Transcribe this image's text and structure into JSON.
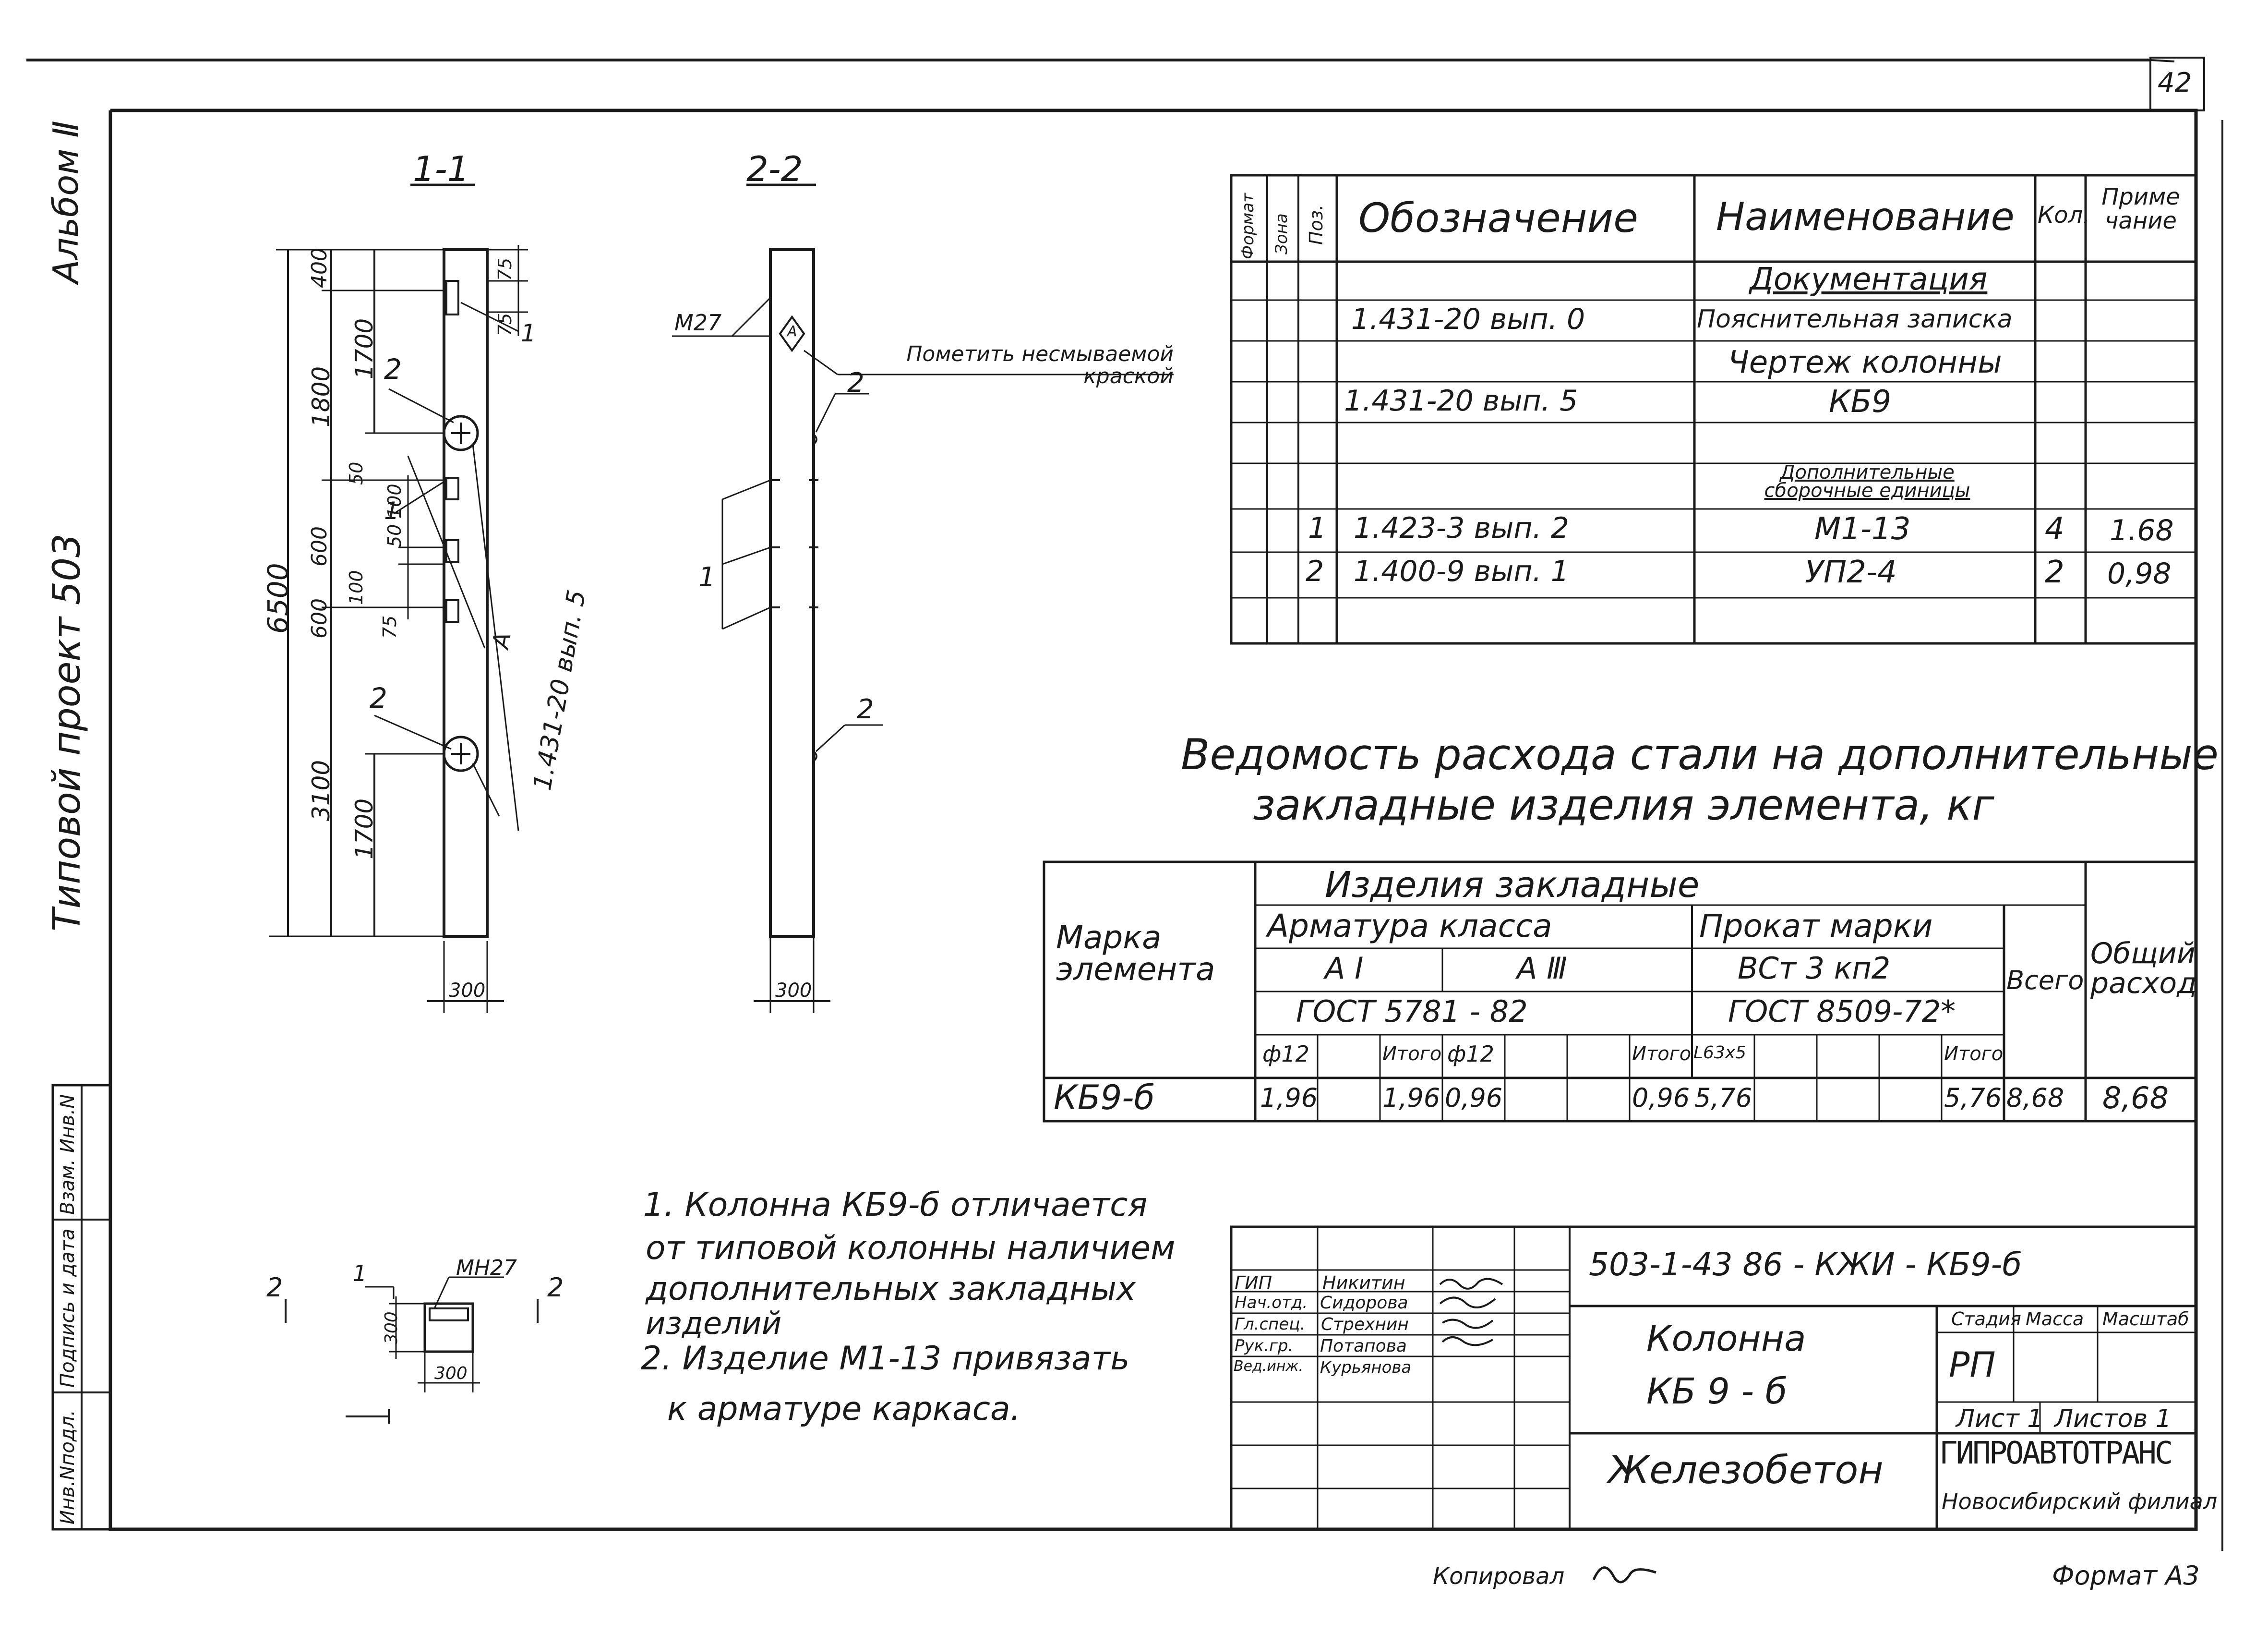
{
  "sheet": {
    "page_number": "42",
    "album": "Альбом Ⅱ",
    "project": "Типовой проект 503",
    "copied_by_label": "Копировал",
    "format_label": "Формат А3"
  },
  "side_stamp": {
    "cells": [
      "Инв.Nподл.",
      "Подпись и дата",
      "Взам. Инв.N"
    ]
  },
  "sections": {
    "s11": {
      "title": "1-1",
      "dims_left": [
        "6500",
        "400",
        "1800",
        "1700",
        "600",
        "600",
        "3100",
        "1700"
      ],
      "dims_mid": [
        "50",
        "50",
        "100",
        "100",
        "75"
      ],
      "dims_top": [
        "75",
        "75"
      ],
      "pos_refs": [
        "2",
        "1",
        "2",
        "1"
      ],
      "section_ref": "1.431-20 вып. 5",
      "mark_a": "А",
      "width": "300"
    },
    "s22": {
      "title": "2-2",
      "m27": "М27",
      "note_mark": "Пометить несмываемой краской",
      "refs": [
        "2",
        "1",
        "2"
      ],
      "mark_a": "А",
      "width": "300"
    },
    "plan": {
      "cut_left": "2",
      "cut_right": "2",
      "ref": "1",
      "mn": "МН27",
      "dim_h": "300",
      "dim_w": "300"
    }
  },
  "spec_table": {
    "headers": [
      "Формат",
      "Зона",
      "Поз.",
      "Обозначение",
      "Наименование",
      "Кол.",
      "Приме чание"
    ],
    "rows": [
      {
        "pos": "",
        "designation": "",
        "name": "Документация",
        "qty": "",
        "note": ""
      },
      {
        "pos": "",
        "designation": "1.431-20 вып. 0",
        "name": "Пояснительная записка",
        "qty": "",
        "note": ""
      },
      {
        "pos": "",
        "designation": "",
        "name": "Чертеж колонны",
        "qty": "",
        "note": ""
      },
      {
        "pos": "",
        "designation": "1.431-20 вып. 5",
        "name": "КБ9",
        "qty": "",
        "note": ""
      },
      {
        "pos": "",
        "designation": "",
        "name": "",
        "qty": "",
        "note": ""
      },
      {
        "pos": "",
        "designation": "",
        "name": "Дополнительные сборочные единицы",
        "qty": "",
        "note": ""
      },
      {
        "pos": "1",
        "designation": "1.423-3 вып. 2",
        "name": "М1-13",
        "qty": "4",
        "note": "1.68"
      },
      {
        "pos": "2",
        "designation": "1.400-9 вып. 1",
        "name": "УП2-4",
        "qty": "2",
        "note": "0,98"
      },
      {
        "pos": "",
        "designation": "",
        "name": "",
        "qty": "",
        "note": ""
      }
    ]
  },
  "steel_table": {
    "caption_line1": "Ведомость расхода стали на дополнительные",
    "caption_line2": "закладные изделия элемента, кг",
    "mark_header": "Марка элемента",
    "items_header": "Изделия закладные",
    "rebar_header": "Арматура класса",
    "rolled_header": "Прокат марки",
    "a1": "А I",
    "a3": "А Ⅲ",
    "steel_grade": "ВСт 3 кп2",
    "gost_rebar": "ГОСТ 5781 - 82",
    "gost_rolled": "ГОСТ 8509-72*",
    "total_header": "Всего",
    "overall_header": "Общий расход",
    "sub_headers": [
      "ф12",
      "",
      "Итого",
      "ф12",
      "",
      "",
      "Итого",
      "L63х5",
      "",
      "",
      "",
      "Итого"
    ],
    "row": {
      "mark": "КБ9-б",
      "cells": [
        "1,96",
        "",
        "1,96",
        "0,96",
        "",
        "",
        "0,96",
        "5,76",
        "",
        "",
        "",
        "5,76"
      ],
      "total": "8,68",
      "overall": "8,68"
    }
  },
  "notes": [
    "1. Колонна КБ9-б отличается",
    "от типовой колонны наличием",
    "дополнительных закладных",
    "изделий",
    "2. Изделие М1-13 привязать",
    "к арматуре каркаса."
  ],
  "title_block": {
    "code": "503-1-43 86 - КЖИ - КБ9-б",
    "roles": [
      "ГИП",
      "Нач.отд.",
      "Гл.спец.",
      "Рук.гр.",
      "Вед.инж."
    ],
    "names": [
      "Никитин",
      "Сидорова",
      "Стрехнин",
      "Потапова",
      "Курьянова"
    ],
    "item_name_1": "Колонна",
    "item_name_2": "КБ 9 - б",
    "material": "Железобетон",
    "stage_label": "Стадия",
    "mass_label": "Масса",
    "scale_label": "Масштаб",
    "stage_value": "РП",
    "sheet_label": "Лист 1",
    "sheets_label": "Листов 1",
    "org": "ГИПРОАВТОТРАНС",
    "branch": "Новосибирский филиал"
  }
}
